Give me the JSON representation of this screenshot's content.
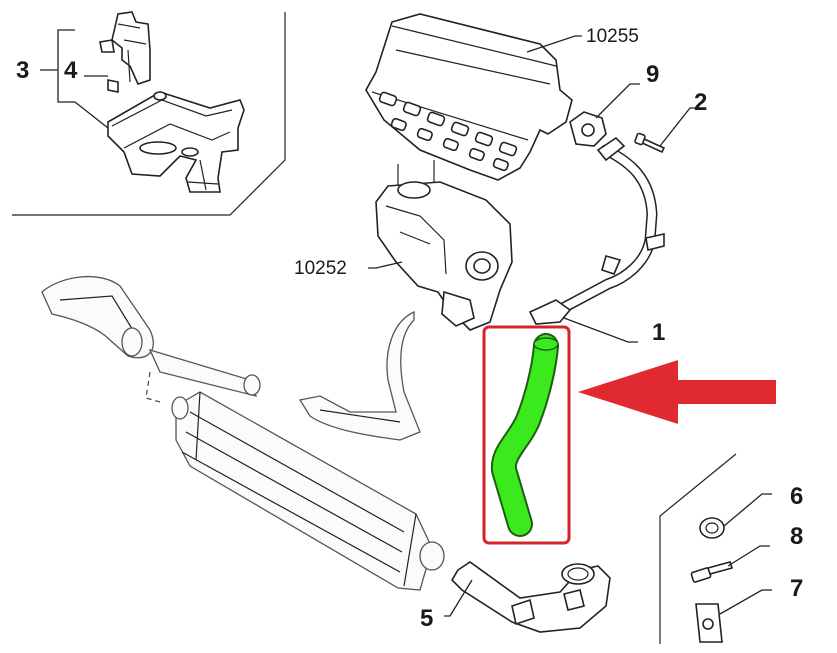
{
  "labels": {
    "part_1": "1",
    "part_2": "2",
    "part_3": "3",
    "part_4": "4",
    "part_5": "5",
    "part_6": "6",
    "part_7": "7",
    "part_8": "8",
    "part_9": "9",
    "ref_manifold": "10255",
    "ref_turbo": "10252"
  },
  "colors": {
    "highlight_hose": "#3bea1c",
    "highlight_box": "#d3232b",
    "arrow": "#e12a2f",
    "line": "#222222"
  },
  "icons": {
    "arrow": "left-pointing-arrow-icon"
  }
}
